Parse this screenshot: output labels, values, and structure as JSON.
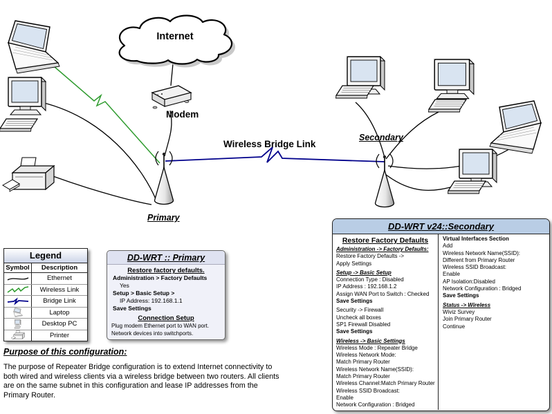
{
  "diagram": {
    "internet_label": "Internet",
    "modem_label": "Modem",
    "bridge_label": "Wireless Bridge Link",
    "primary_label": "Primary",
    "secondary_label": "Secondary"
  },
  "legend": {
    "title": "Legend",
    "col_symbol": "Symbol",
    "col_description": "Description",
    "rows": [
      {
        "name": "ethernet",
        "label": "Ethernet"
      },
      {
        "name": "wireless-link",
        "label": "Wireless Link"
      },
      {
        "name": "bridge-link",
        "label": "Bridge Link"
      },
      {
        "name": "laptop",
        "label": "Laptop"
      },
      {
        "name": "desktop-pc",
        "label": "Desktop PC"
      },
      {
        "name": "printer",
        "label": "Printer"
      }
    ]
  },
  "primary_box": {
    "title": "DD-WRT :: Primary",
    "section1": "Restore factory defaults.",
    "lines1": [
      {
        "text": "Administration > Factory Defaults",
        "style": "bold"
      },
      {
        "text": "Yes",
        "style": "indent"
      },
      {
        "text": "Setup > Basic Setup >",
        "style": "bold"
      },
      {
        "text": "IP Address: 192.168.1.1",
        "style": "indent"
      },
      {
        "text": "Save Settings",
        "style": "bold"
      }
    ],
    "section2": "Connection Setup",
    "lines2": [
      {
        "text": "Plug modem Ethernet port to WAN port.",
        "style": "normal2"
      },
      {
        "text": "Network devices into switchports.",
        "style": "normal2"
      }
    ]
  },
  "secondary_box": {
    "title": "DD-WRT v24::Secondary",
    "left_heading": "Restore Factory Defaults",
    "left_lines": [
      {
        "text": "Administration -> Factory Defaults:",
        "style": "section"
      },
      {
        "text": "Restore Factory Defaults ->",
        "style": "normal"
      },
      {
        "text": "Apply Settings",
        "style": "normal"
      },
      {
        "text": "Setup -> Basic Setup",
        "style": "section gap"
      },
      {
        "text": "Connection Type : Disabled",
        "style": "normal"
      },
      {
        "text": "IP Address : 192.168.1.2",
        "style": "normal"
      },
      {
        "text": "Assign WAN Port to Switch : Checked",
        "style": "normal"
      },
      {
        "text": "Save Settings",
        "style": "bold"
      },
      {
        "text": "Security -> Firewall",
        "style": "normal gap"
      },
      {
        "text": "Uncheck all boxes",
        "style": "normal"
      },
      {
        "text": "SP1 Firewall Disabled",
        "style": "normal"
      },
      {
        "text": "Save Settings",
        "style": "bold"
      },
      {
        "text": "Wireless -> Basic Settings",
        "style": "section gap"
      },
      {
        "text": "Wireless Mode : Repeater Bridge",
        "style": "normal"
      },
      {
        "text": "Wireless Network Mode:",
        "style": "normal"
      },
      {
        "text": "Match Primary Router",
        "style": "normal"
      },
      {
        "text": "Wireless Network Name(SSID):",
        "style": "normal"
      },
      {
        "text": "Match Primary Router",
        "style": "normal"
      },
      {
        "text": "Wireless Channel:Match Primary Router",
        "style": "normal"
      },
      {
        "text": "Wireless SSID Broadcast:",
        "style": "normal"
      },
      {
        "text": "Enable",
        "style": "normal"
      },
      {
        "text": "Network Configuration : Bridged",
        "style": "normal"
      }
    ],
    "right_lines": [
      {
        "text": "Virtual Interfaces Section",
        "style": "bold"
      },
      {
        "text": "Add",
        "style": "normal"
      },
      {
        "text": "Wireless Network Name(SSID):",
        "style": "normal"
      },
      {
        "text": "Different from Primary Router",
        "style": "normal"
      },
      {
        "text": "Wireless SSID Broadcast:",
        "style": "normal"
      },
      {
        "text": "Enable",
        "style": "normal"
      },
      {
        "text": "AP Isolation:Disabled",
        "style": "normal"
      },
      {
        "text": "Network Configuration : Bridged",
        "style": "normal"
      },
      {
        "text": "Save Settings",
        "style": "bold"
      },
      {
        "text": "Status -> Wireless",
        "style": "section gap"
      },
      {
        "text": "Wiviz Survey",
        "style": "normal"
      },
      {
        "text": "Join Primary Router",
        "style": "normal"
      },
      {
        "text": "Continue",
        "style": "normal"
      }
    ]
  },
  "purpose": {
    "title": "Purpose of this configuration:",
    "body": "The purpose of Repeater Bridge configuration is to extend Internet connectivity to both wired and wireless clients via a wireless bridge between two routers.  All clients are on the same subnet in this configuration and lease IP addresses from the Primary Router."
  }
}
